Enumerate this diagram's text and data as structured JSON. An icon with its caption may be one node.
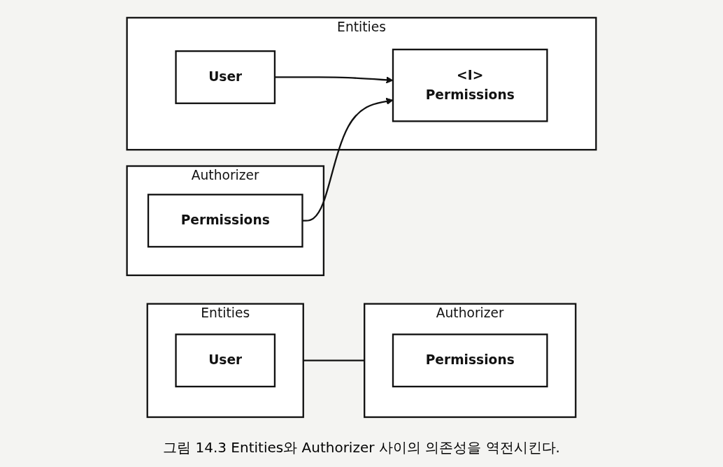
{
  "diagram": {
    "caption": "그림 14.3 Entities와 Authorizer 사이의 의존성을 역전시킨다.",
    "nodes": [
      {
        "text": [
          "Entities"
        ]
      },
      {
        "text": [
          "User"
        ],
        "in": 0
      },
      {
        "text": [
          "Authorizer"
        ]
      },
      {
        "text": [
          "Permissions"
        ],
        "in": 2
      },
      {
        "text": [
          "Entities"
        ]
      },
      {
        "text": [
          "User"
        ],
        "in": 4
      },
      {
        "text": [
          "<I>",
          "Permissions"
        ],
        "in": 4
      },
      {
        "text": [
          "Authorizer"
        ]
      },
      {
        "text": [
          "Permissions"
        ],
        "in": 7
      }
    ],
    "edges": [
      {
        "from": 0,
        "to": 2,
        "arrow": "none"
      },
      {
        "from": 5,
        "to": 6,
        "arrow": "to"
      },
      {
        "from": 8,
        "to": 6,
        "arrow": "to"
      }
    ]
  }
}
